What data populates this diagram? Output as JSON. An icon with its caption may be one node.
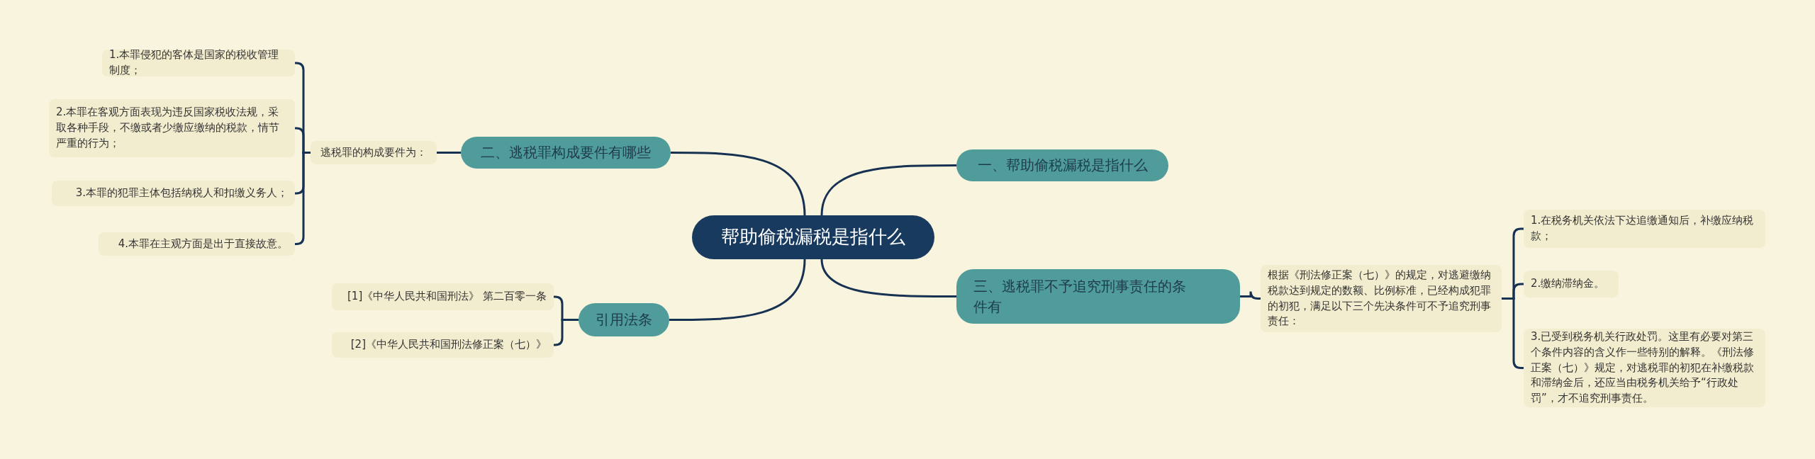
{
  "diagram": {
    "nodes": [
      {
        "text": [
          "帮助偷税漏税是指什么"
        ]
      },
      {
        "text": [
          "一、帮助偷税漏税是指什么"
        ]
      },
      {
        "text": [
          "二、逃税罪构成要件有哪些"
        ]
      },
      {
        "text": [
          "逃税罪的构成要件为："
        ]
      },
      {
        "text": [
          "1.本罪侵犯的客体是国家的税收管理制度；"
        ]
      },
      {
        "text": [
          "2.本罪在客观方面表现为违反国家税收法规，采取各种手段，不缴或者少缴应缴纳的税款，情节严重的行为；"
        ]
      },
      {
        "text": [
          "3.本罪的犯罪主体包括纳税人和扣缴义务人；"
        ]
      },
      {
        "text": [
          "4.本罪在主观方面是出于直接故意。"
        ]
      },
      {
        "text": [
          "三、逃税罪不予追究刑事责任的条件有"
        ]
      },
      {
        "text": [
          "根据《刑法修正案（七）》的规定，对逃避缴纳税款达到规定的数额、比例标准，已经构成犯罪的初犯，满足以下三个先决条件可不予追究刑事责任："
        ]
      },
      {
        "text": [
          "1.在税务机关依法下达追缴通知后，补缴应纳税款；"
        ]
      },
      {
        "text": [
          "2.缴纳滞纳金。"
        ]
      },
      {
        "text": [
          "3.已受到税务机关行政处罚。这里有必要对第三个条件内容的含义作一些特别的解释。《刑法修正案（七）》规定，对逃税罪的初犯在补缴税款和滞纳金后，还应当由税务机关给予“行政处罚”，才不追究刑事责任。"
        ]
      },
      {
        "text": [
          "引用法条"
        ]
      },
      {
        "text": [
          "[1]《中华人民共和国刑法》 第二百零一条"
        ]
      },
      {
        "text": [
          "[2]《中华人民共和国刑法修正案（七）》"
        ]
      }
    ],
    "edges": [
      {
        "from": 0,
        "to": 1,
        "arrow": "none"
      },
      {
        "from": 0,
        "to": 2,
        "arrow": "none"
      },
      {
        "from": 0,
        "to": 8,
        "arrow": "none"
      },
      {
        "from": 0,
        "to": 13,
        "arrow": "none"
      },
      {
        "from": 2,
        "to": 3,
        "arrow": "none"
      },
      {
        "from": 3,
        "to": 4,
        "arrow": "none"
      },
      {
        "from": 3,
        "to": 5,
        "arrow": "none"
      },
      {
        "from": 3,
        "to": 6,
        "arrow": "none"
      },
      {
        "from": 3,
        "to": 7,
        "arrow": "none"
      },
      {
        "from": 8,
        "to": 9,
        "arrow": "none"
      },
      {
        "from": 9,
        "to": 10,
        "arrow": "none"
      },
      {
        "from": 9,
        "to": 11,
        "arrow": "none"
      },
      {
        "from": 9,
        "to": 12,
        "arrow": "none"
      },
      {
        "from": 13,
        "to": 14,
        "arrow": "none"
      },
      {
        "from": 13,
        "to": 15,
        "arrow": "none"
      }
    ]
  }
}
